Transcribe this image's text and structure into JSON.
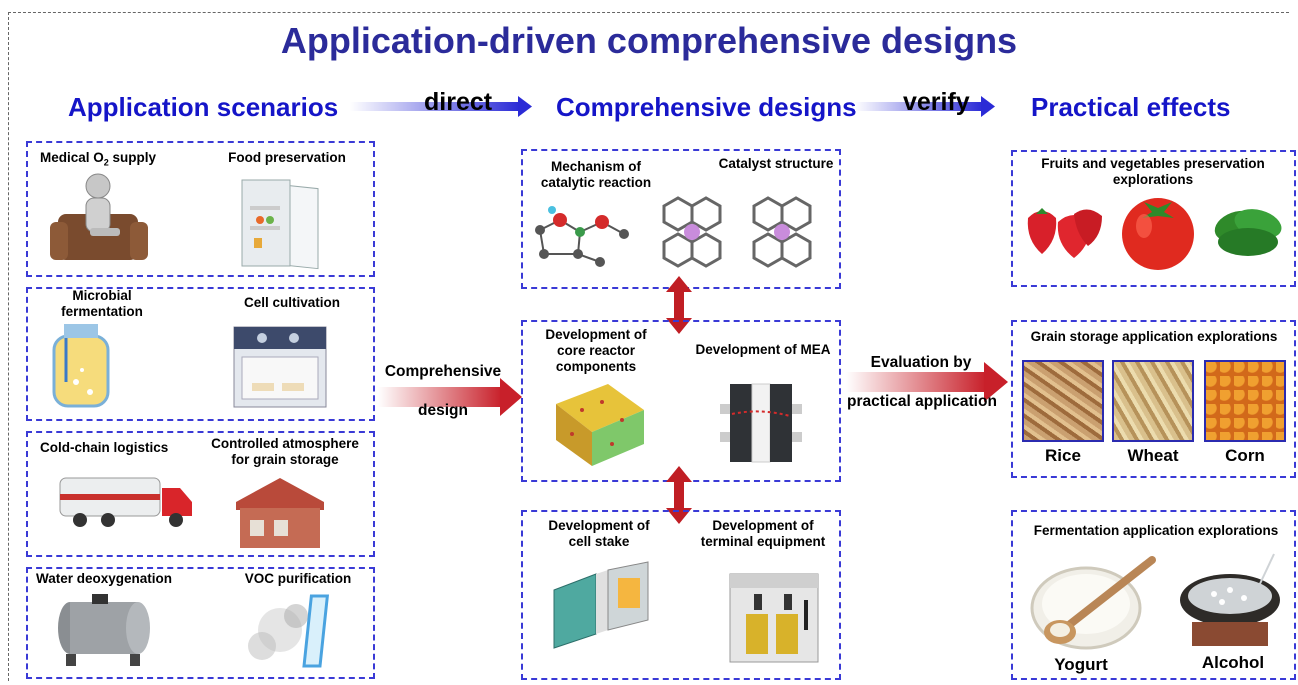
{
  "title": "Application-driven comprehensive designs",
  "headers": {
    "scenarios": "Application scenarios",
    "designs": "Comprehensive designs",
    "effects": "Practical effects"
  },
  "connectors": {
    "direct": "direct",
    "verify": "verify",
    "comprehensive_design_1": "Comprehensive",
    "comprehensive_design_2": "design",
    "evaluation_1": "Evaluation by",
    "evaluation_2": "practical application"
  },
  "scenarios": {
    "medical": "Medical O",
    "medical_sub": "2",
    "medical_tail": " supply",
    "food": "Food preservation",
    "microbial": "Microbial fermentation",
    "cell": "Cell cultivation",
    "coldchain": "Cold-chain logistics",
    "grain_atm": "Controlled atmosphere for grain storage",
    "water": "Water deoxygenation",
    "voc": "VOC purification"
  },
  "designs": {
    "mechanism": "Mechanism of catalytic reaction",
    "catalyst": "Catalyst structure",
    "reactor": "Development of core reactor components",
    "mea": "Development of MEA",
    "stake": "Development of cell stake",
    "terminal": "Development of terminal equipment"
  },
  "effects": {
    "fruits": "Fruits and vegetables preservation explorations",
    "grain": "Grain storage application explorations",
    "rice": "Rice",
    "wheat": "Wheat",
    "corn": "Corn",
    "fermentation": "Fermentation application explorations",
    "yogurt": "Yogurt",
    "alcohol": "Alcohol"
  },
  "colors": {
    "title": "#2b2b9a",
    "header": "#1515c8",
    "panel_border": "#3a3ad6",
    "arrow_red": "#c8202a"
  }
}
